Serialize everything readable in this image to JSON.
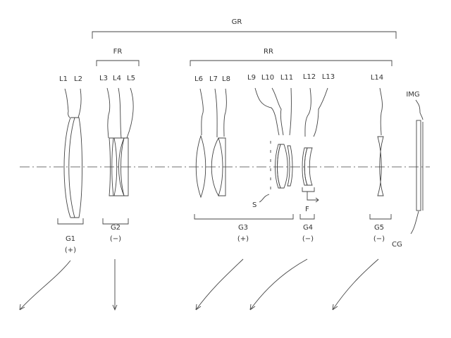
{
  "brackets": {
    "gr": "GR",
    "fr": "FR",
    "rr": "RR"
  },
  "lenses": [
    "L1",
    "L2",
    "L3",
    "L4",
    "L5",
    "L6",
    "L7",
    "L8",
    "L9",
    "L10",
    "L11",
    "L12",
    "L13",
    "L14"
  ],
  "image_plane": "IMG",
  "cover_glass": "CG",
  "stop": "S",
  "focus": "F",
  "groups": [
    {
      "name": "G1",
      "power": "(+)"
    },
    {
      "name": "G2",
      "power": "(−)"
    },
    {
      "name": "G3",
      "power": "(+)"
    },
    {
      "name": "G4",
      "power": "(−)"
    },
    {
      "name": "G5",
      "power": "(−)"
    }
  ]
}
